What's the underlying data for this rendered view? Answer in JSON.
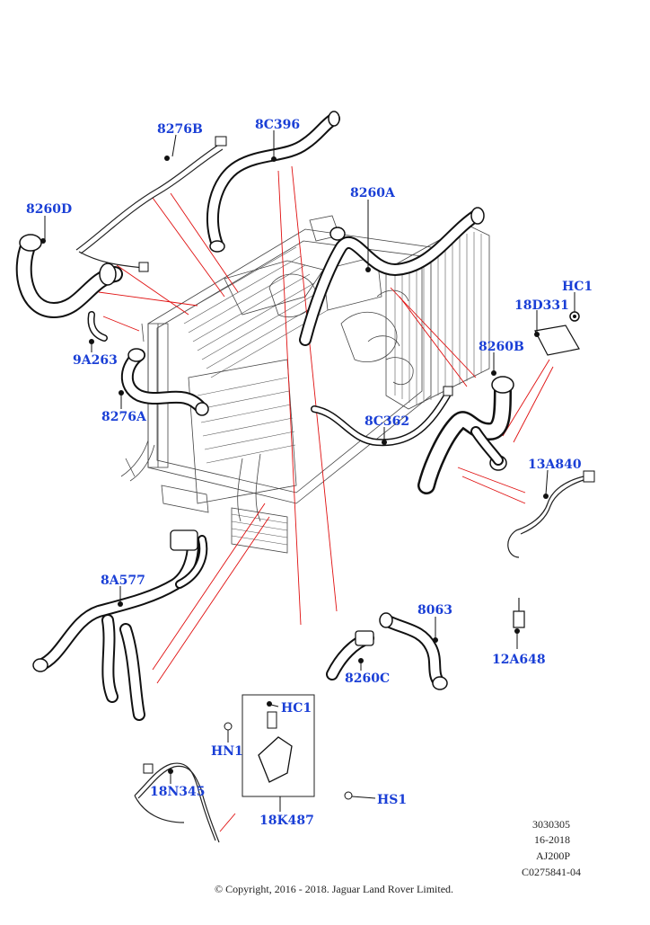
{
  "parts": [
    {
      "id": "8276B",
      "label": "8276B"
    },
    {
      "id": "8C396",
      "label": "8C396"
    },
    {
      "id": "8260D",
      "label": "8260D"
    },
    {
      "id": "8260A",
      "label": "8260A"
    },
    {
      "id": "HC1-top",
      "label": "HC1"
    },
    {
      "id": "18D331",
      "label": "18D331"
    },
    {
      "id": "9A263",
      "label": "9A263"
    },
    {
      "id": "8260B",
      "label": "8260B"
    },
    {
      "id": "8276A",
      "label": "8276A"
    },
    {
      "id": "8C362",
      "label": "8C362"
    },
    {
      "id": "13A840",
      "label": "13A840"
    },
    {
      "id": "8A577",
      "label": "8A577"
    },
    {
      "id": "8063",
      "label": "8063"
    },
    {
      "id": "12A648",
      "label": "12A648"
    },
    {
      "id": "8260C",
      "label": "8260C"
    },
    {
      "id": "HC1-bottom",
      "label": "HC1"
    },
    {
      "id": "HN1",
      "label": "HN1"
    },
    {
      "id": "18N345",
      "label": "18N345"
    },
    {
      "id": "HS1",
      "label": "HS1"
    },
    {
      "id": "18K487",
      "label": "18K487"
    }
  ],
  "reference": {
    "line1": "3030305",
    "line2": "16-2018",
    "line3": "AJ200P",
    "line4": "C0275841-04"
  },
  "copyright": "© Copyright, 2016 - 2018. Jaguar Land Rover Limited."
}
